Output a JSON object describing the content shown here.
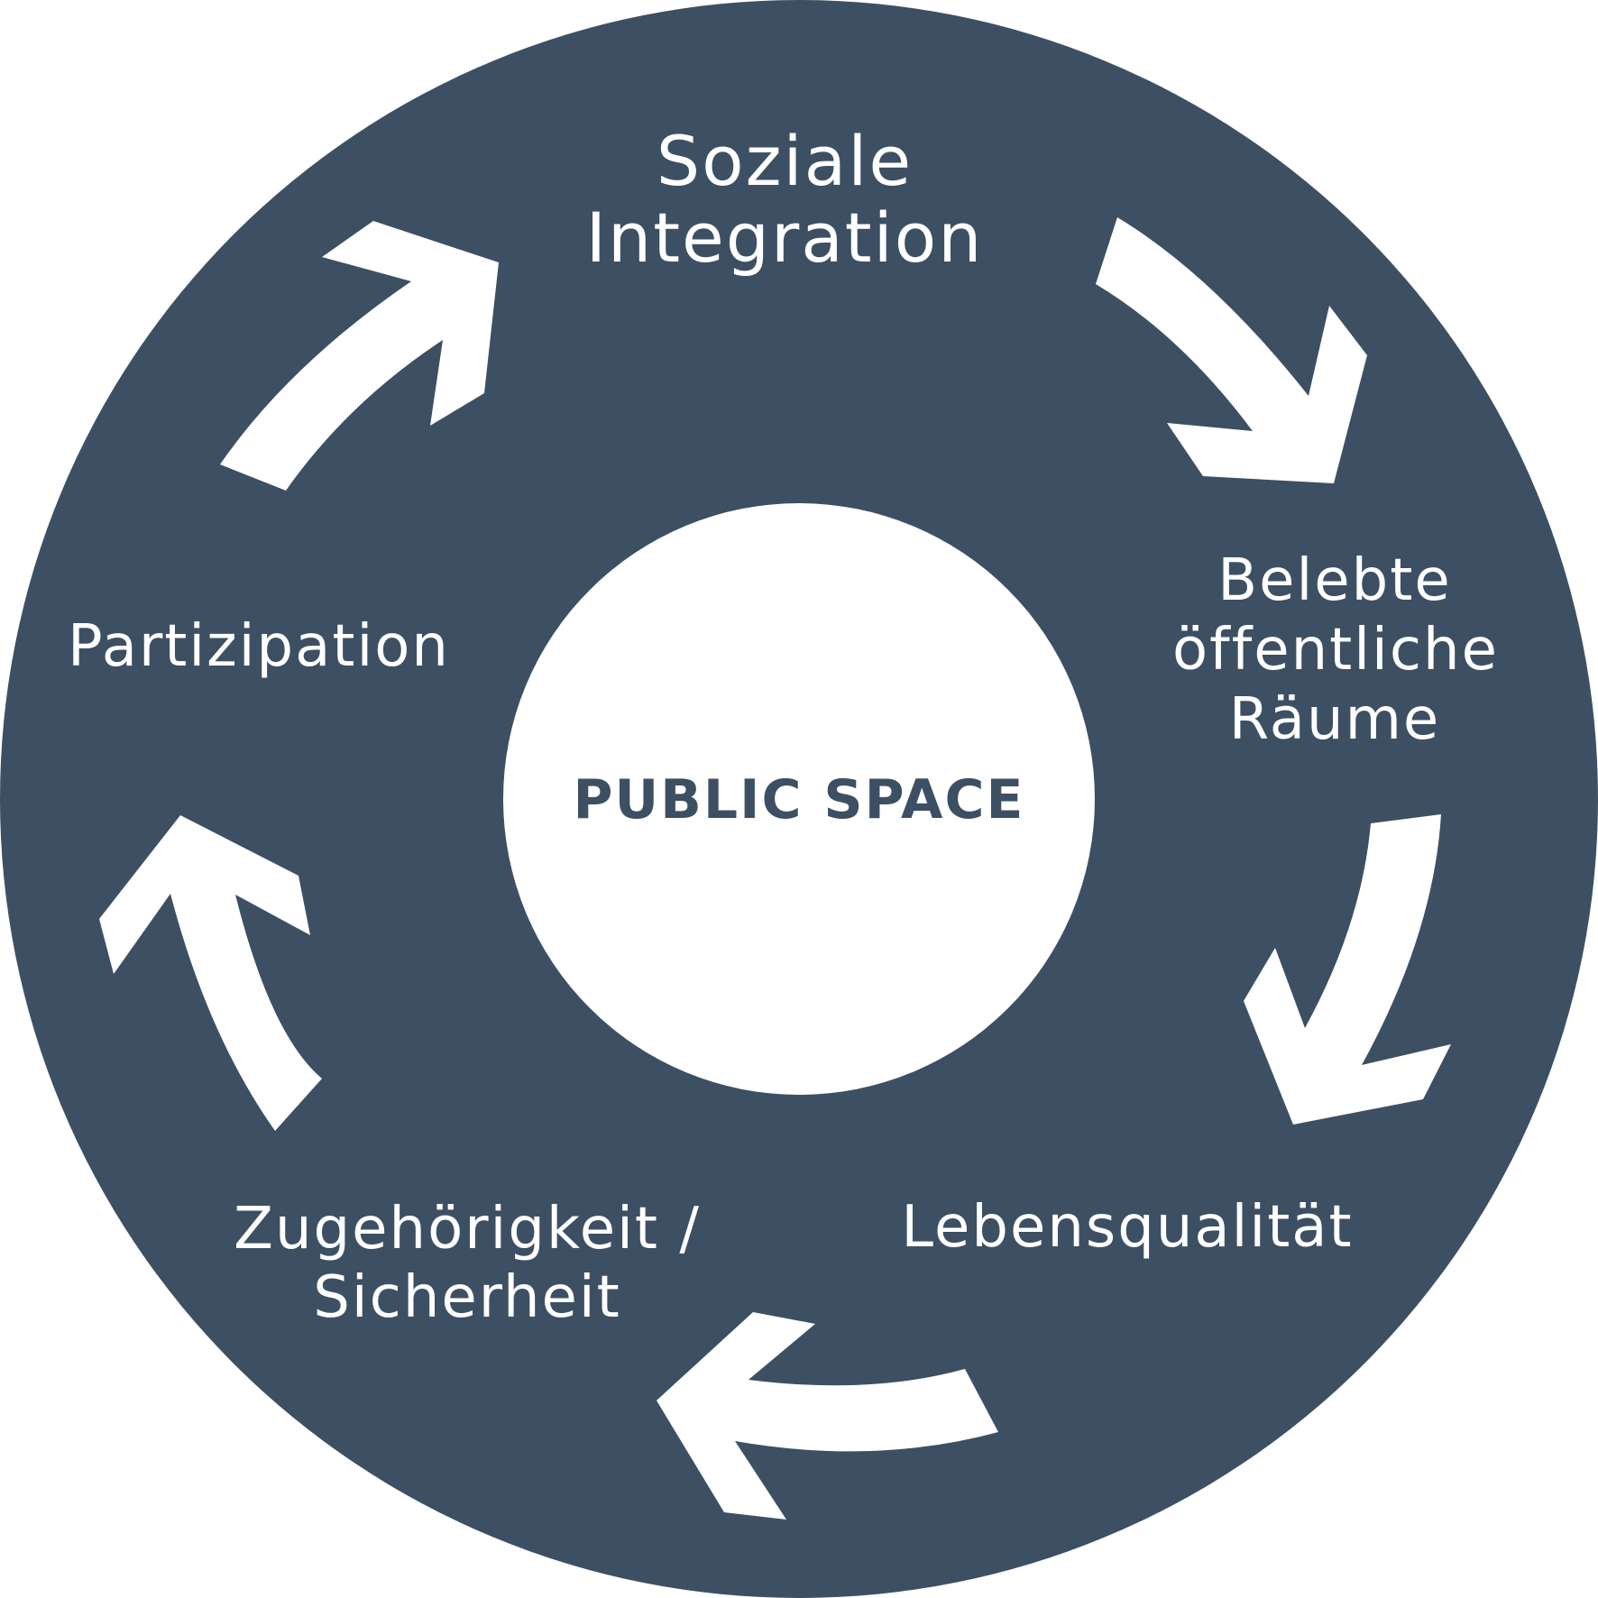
{
  "colors": {
    "ring": "#3d4f63",
    "arrow": "#ffffff",
    "hub": "#ffffff",
    "hub_text": "#3d4f63",
    "label_text": "#ffffff"
  },
  "hub": {
    "title": "PUBLIC SPACE"
  },
  "nodes": [
    {
      "id": "soziale-integration",
      "lines": [
        "Soziale",
        "Integration"
      ]
    },
    {
      "id": "belebte-oeffentliche-raeume",
      "lines": [
        "Belebte",
        "öffentliche",
        "Räume"
      ]
    },
    {
      "id": "lebensqualitaet",
      "lines": [
        "Lebensqualität"
      ]
    },
    {
      "id": "zugehoerigkeit-sicherheit",
      "lines": [
        "Zugehörigkeit /",
        "Sicherheit"
      ]
    },
    {
      "id": "partizipation",
      "lines": [
        "Partizipation"
      ]
    }
  ],
  "cycle_direction": "clockwise"
}
